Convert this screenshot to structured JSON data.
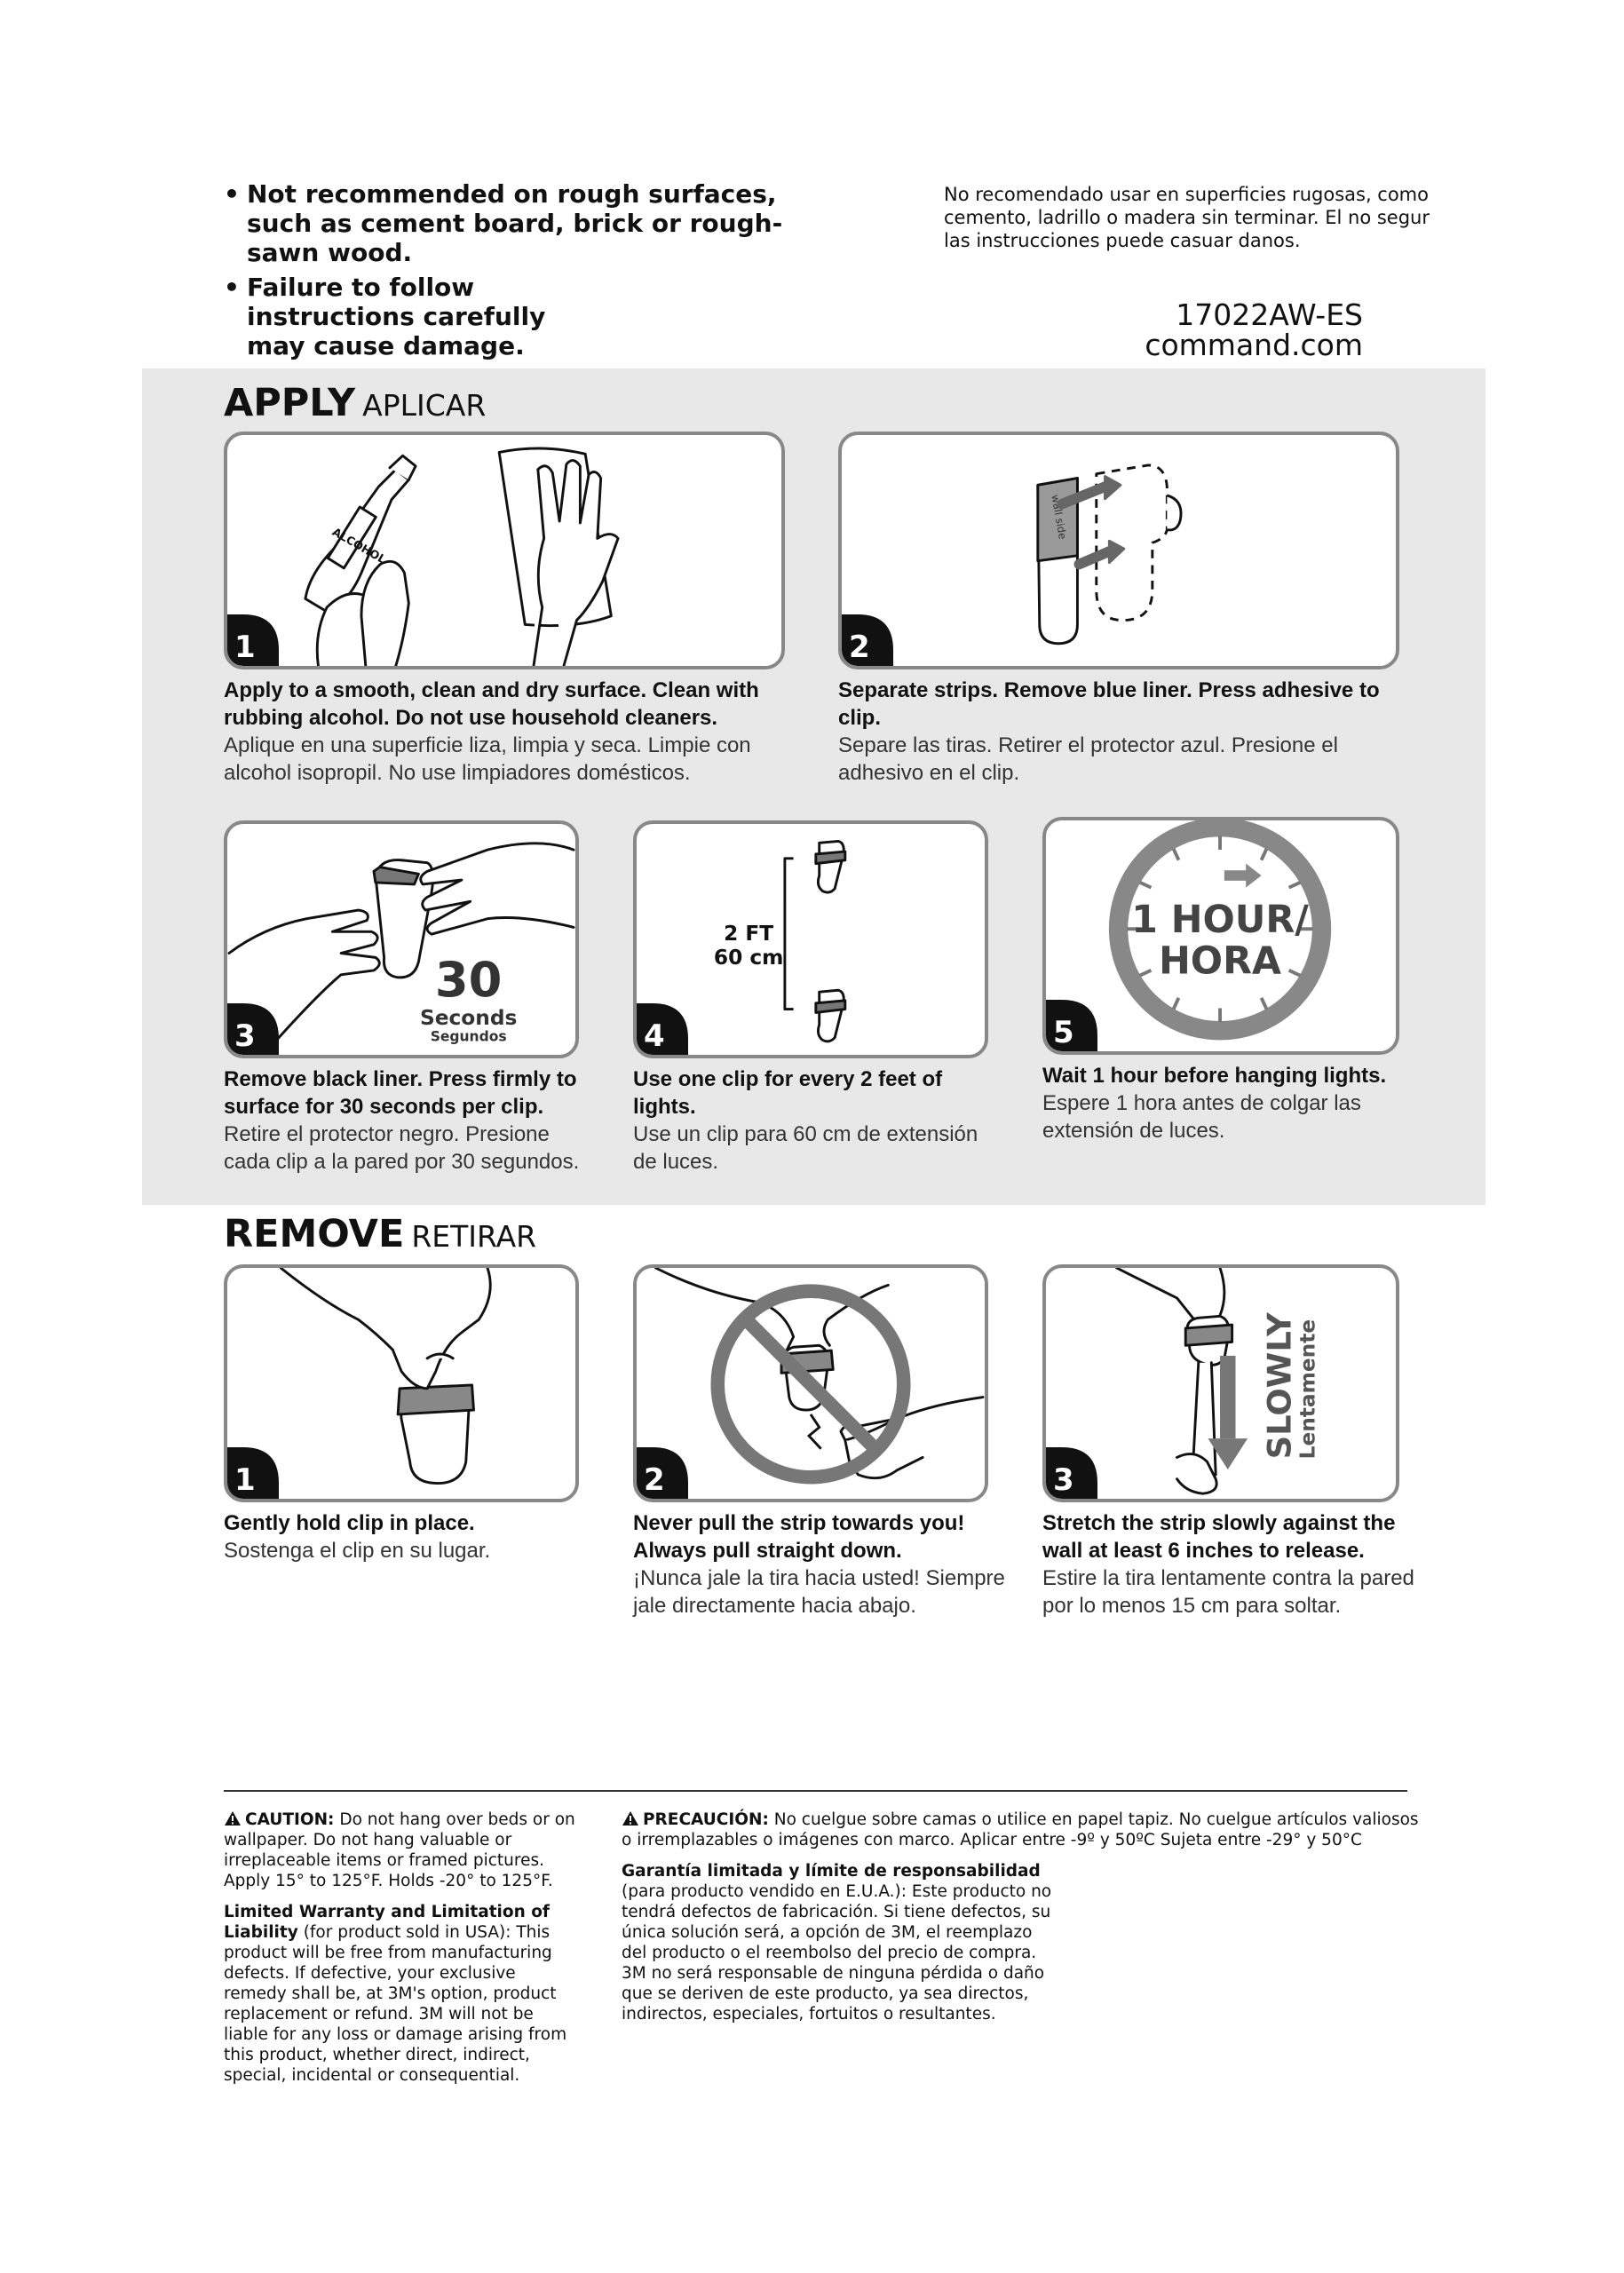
{
  "top": {
    "bullets": [
      "Not recommended on rough surfaces, such as cement board, brick or rough-sawn wood.",
      "Failure to follow instructions carefully may cause damage."
    ],
    "spanish": "No recomendado usar en superficies rugosas, como cemento, ladrillo o madera sin terminar. El no segur las instrucciones puede casuar danos.",
    "sku": "17022AW-ES",
    "website": "command.com"
  },
  "apply": {
    "title": "APPLY",
    "subtitle": "APLICAR",
    "steps": [
      {
        "number": "1",
        "en": "Apply to a smooth, clean and dry surface. Clean with rubbing alcohol. Do not use household cleaners.",
        "es": "Aplique en una superficie liza, limpia y seca. Limpie con alcohol isopropil. No use limpiadores domésticos.",
        "bottle_label": "ALCOHOL"
      },
      {
        "number": "2",
        "en": "Separate strips. Remove blue liner. Press adhesive to clip.",
        "es": "Separe las tiras. Retirer el protector azul. Presione el adhesivo en el clip.",
        "strip_label": "wall side"
      },
      {
        "number": "3",
        "en": "Remove black liner. Press firmly to surface for 30 seconds per clip.",
        "es": "Retire el protector negro. Presione cada clip a la pared por 30 segundos.",
        "big": "30",
        "unit": "Seconds",
        "unit_es": "Segundos"
      },
      {
        "number": "4",
        "en": "Use one clip for every 2 feet of lights.",
        "es": "Use un clip para 60 cm de extensión de luces.",
        "dist_ft": "2 FT",
        "dist_cm": "60 cm"
      },
      {
        "number": "5",
        "en": "Wait 1 hour before hanging lights.",
        "es": "Espere 1 hora antes de colgar las extensión de luces.",
        "clock_line1": "1 HOUR/",
        "clock_line2": "HORA"
      }
    ]
  },
  "remove": {
    "title": "REMOVE",
    "subtitle": "RETIRAR",
    "steps": [
      {
        "number": "1",
        "en": "Gently hold clip in place.",
        "es": "Sostenga el clip en su lugar."
      },
      {
        "number": "2",
        "en": "Never pull the strip towards you! Always pull straight down.",
        "es": "¡Nunca jale la tira hacia usted! Siempre jale directamente hacia abajo."
      },
      {
        "number": "3",
        "en": "Stretch the strip slowly against the wall at least 6 inches to release.",
        "es": "Estire la tira lentamente contra la pared por lo menos 15 cm para soltar.",
        "slowly": "SLOWLY",
        "slowly_es": "Lentamente"
      }
    ]
  },
  "footer": {
    "caution_label": "CAUTION:",
    "caution_text": "Do not hang over beds or on wallpaper. Do not hang valuable or irreplaceable items or framed pictures. Apply 15° to 125°F. Holds -20° to 125°F.",
    "warranty_label": "Limited Warranty and Limitation of Liability",
    "warranty_text": "(for product sold in USA): This product will be free from manufacturing defects. If defective, your exclusive remedy shall be, at 3M's option, product replacement or refund. 3M will not be liable for any loss or damage arising from this product, whether direct, indirect, special, incidental or consequential.",
    "precaucion_label": "PRECAUCIÓN:",
    "precaucion_text": "No cuelgue sobre camas o utilice en papel tapiz. No cuelgue artículos valiosos o irremplazables o imágenes con marco. Aplicar entre -9º y 50ºC Sujeta entre -29° y 50°C",
    "garantia_label": "Garantía limitada y límite de responsabilidad",
    "garantia_text": "(para producto vendido en E.U.A.): Este producto no tendrá defectos de fabricación. Si tiene defectos, su única solución será, a opción de 3M, el reemplazo del producto o el reembolso del precio de compra. 3M no será responsable de ninguna pérdida o daño que se deriven de este producto, ya sea directos, indirectos, especiales, fortuitos o resultantes."
  }
}
